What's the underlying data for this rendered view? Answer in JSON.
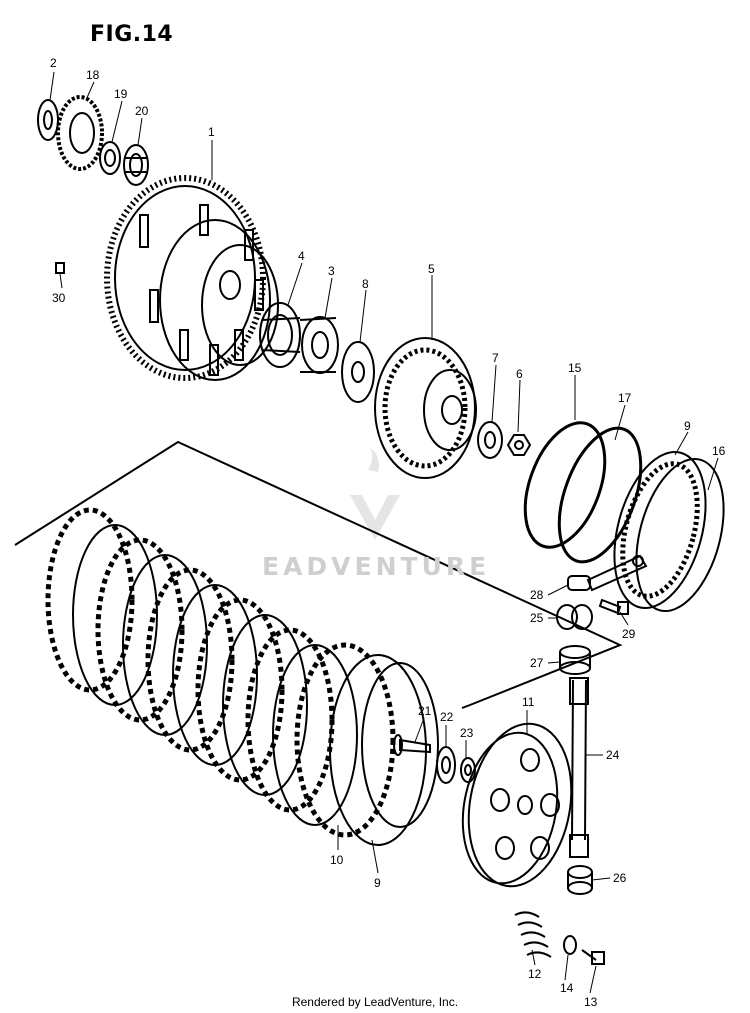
{
  "figure": {
    "title": "FIG.14",
    "watermark": "EADVENTURE",
    "footer": "Rendered by LeadVenture, Inc."
  },
  "callouts": [
    "1",
    "2",
    "3",
    "4",
    "5",
    "6",
    "7",
    "8",
    "9",
    "10",
    "11",
    "12",
    "13",
    "14",
    "15",
    "16",
    "17",
    "18",
    "19",
    "20",
    "21",
    "22",
    "23",
    "24",
    "25",
    "26",
    "27",
    "28",
    "29",
    "30",
    "9"
  ],
  "colors": {
    "ink": "#000000",
    "watermark": "#cfcfcf",
    "background": "#ffffff"
  }
}
